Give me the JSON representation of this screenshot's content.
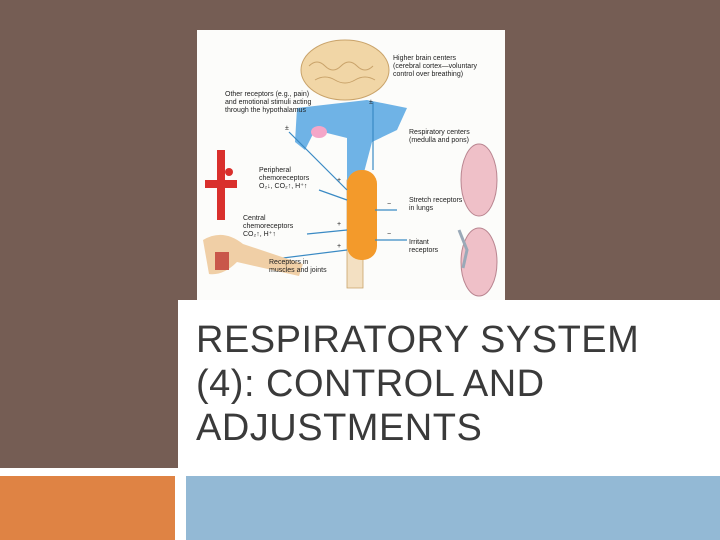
{
  "slide": {
    "title_line1": "RESPIRATORY SYSTEM",
    "title_line2": "(4): CONTROL AND",
    "title_line3": "ADJUSTMENTS"
  },
  "figure": {
    "labels": {
      "higher_centers_1": "Higher brain centers",
      "higher_centers_2": "(cerebral cortex—voluntary",
      "higher_centers_3": "control over breathing)",
      "other_receptors_1": "Other receptors (e.g., pain)",
      "other_receptors_2": "and emotional stimuli acting",
      "other_receptors_3": "through the hypothalamus",
      "resp_centers_1": "Respiratory centers",
      "resp_centers_2": "(medulla and pons)",
      "peripheral_1": "Peripheral",
      "peripheral_2": "chemoreceptors",
      "peripheral_3": "O₂↓, CO₂↑, H⁺↑",
      "stretch_1": "Stretch receptors",
      "stretch_2": "in lungs",
      "central_1": "Central",
      "central_2": "chemoreceptors",
      "central_3": "CO₂↑, H⁺↑",
      "irritant_1": "Irritant",
      "irritant_2": "receptors",
      "muscles_1": "Receptors in",
      "muscles_2": "muscles and joints"
    },
    "signs": {
      "s1": "±",
      "s2": "±",
      "s3": "+",
      "s4": "−",
      "s5": "+",
      "s6": "−",
      "s7": "+"
    }
  },
  "colors": {
    "panel": "#755d54",
    "orange": "#df8344",
    "blue": "#93b9d5",
    "title_text": "#3a3a3a"
  }
}
